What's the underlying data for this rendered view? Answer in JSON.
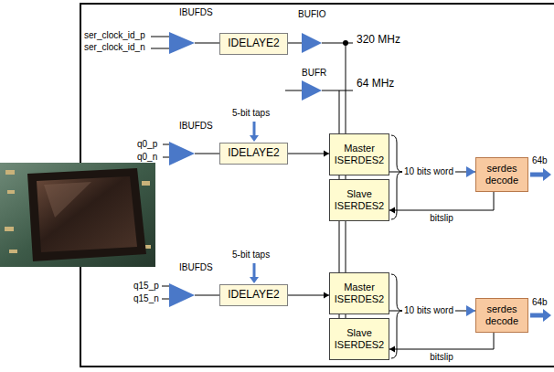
{
  "diagram": {
    "nodes": [
      {
        "text": [
          "IDELAYE2"
        ]
      },
      {
        "text": [
          "IDELAYE2"
        ]
      },
      {
        "text": [
          "Master ISERDES2"
        ]
      },
      {
        "text": [
          "Slave ISERDES2"
        ]
      },
      {
        "text": [
          "serdes decode"
        ]
      },
      {
        "text": [
          "IDELAYE2"
        ]
      },
      {
        "text": [
          "Master ISERDES2"
        ]
      },
      {
        "text": [
          "Slave ISERDES2"
        ]
      },
      {
        "text": [
          "serdes decode"
        ]
      }
    ],
    "edges": [
      {
        "from": 1,
        "to": 2,
        "arrow": "to"
      },
      {
        "from": 2,
        "to": 4,
        "arrow": "to",
        "label": "10 bits word"
      },
      {
        "from": 4,
        "to": 3,
        "arrow": "to",
        "label": "bitslip"
      },
      {
        "from": 5,
        "to": 6,
        "arrow": "to"
      },
      {
        "from": 6,
        "to": 8,
        "arrow": "to",
        "label": "10 bits word"
      },
      {
        "from": 8,
        "to": 7,
        "arrow": "to",
        "label": "bitslip"
      }
    ],
    "labels": [
      "IBUFDS",
      "BUFIO",
      "ser_clock_id_p",
      "ser_clock_id_n",
      "320 MHz",
      "BUFR",
      "64 MHz",
      "IBUFDS",
      "5-bit taps",
      "q0_p",
      "q0_n",
      "64b",
      "IBUFDS",
      "5-bit taps",
      "q15_p",
      "q15_n",
      "64b"
    ]
  }
}
